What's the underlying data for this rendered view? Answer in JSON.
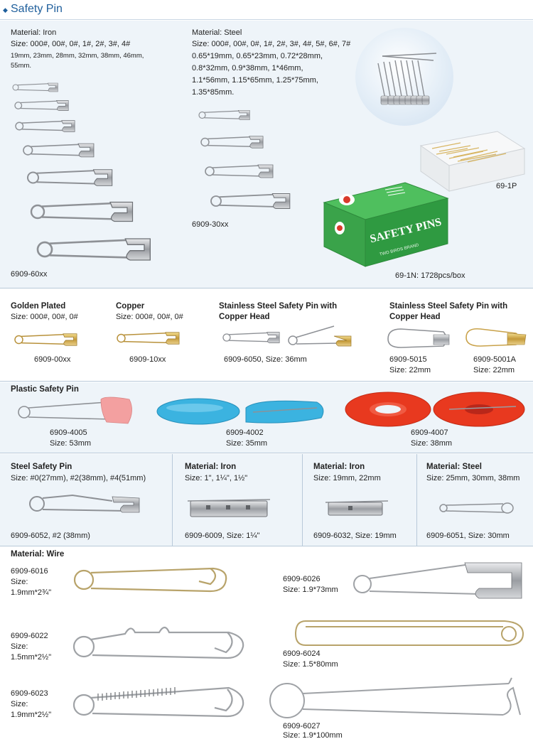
{
  "header": {
    "title": "Safety Pin"
  },
  "s1": {
    "iron_material": "Material: Iron",
    "iron_size": "Size: 000#, 00#, 0#, 1#, 2#, 3#, 4#",
    "iron_mm_1": "19mm, 23mm, 28mm, 32mm, 38mm, 46mm,",
    "iron_mm_2": "55mm.",
    "iron_code": "6909-60xx",
    "steel_material": "Material: Steel",
    "steel_lines": [
      "Size: 000#, 00#, 0#, 1#, 2#, 3#, 4#, 5#, 6#, 7#",
      "0.65*19mm, 0.65*23mm, 0.72*28mm,",
      "0.8*32mm, 0.9*38mm, 1*46mm,",
      "1.1*56mm, 1.15*65mm, 1.25*75mm,",
      "1.35*85mm."
    ],
    "steel_code": "6909-30xx",
    "box_text": "SAFETY PINS",
    "box_brand": "TWO BIRDS BRAND",
    "box_caption": "69-1N: 1728pcs/box",
    "case_caption": "69-1P"
  },
  "s2": {
    "gold_title": "Golden Plated",
    "gold_size": "Size: 000#, 00#, 0#",
    "gold_code": "6909-00xx",
    "copper_title": "Copper",
    "copper_size": "Size: 000#, 00#, 0#",
    "copper_code": "6909-10xx",
    "ss1_title_1": "Stainless Steel Safety Pin with",
    "ss1_title_2": "Copper Head",
    "ss1_code": "6909-6050, Size: 36mm",
    "ss2_title_1": "Stainless Steel Safety Pin with",
    "ss2_title_2": "Copper Head",
    "ss2_code_a": "6909-5015",
    "ss2_size_a": "Size: 22mm",
    "ss2_code_b": "6909-5001A",
    "ss2_size_b": "Size: 22mm"
  },
  "s3": {
    "title": "Plastic Safety Pin",
    "p1_code": "6909-4005",
    "p1_size": "Size: 53mm",
    "p2_code": "6909-4002",
    "p2_size": "Size: 35mm",
    "p3_code": "6909-4007",
    "p3_size": "Size: 38mm"
  },
  "s4": {
    "c1_title": "Steel Safety Pin",
    "c1_size": "Size: #0(27mm), #2(38mm), #4(51mm)",
    "c1_code": "6909-6052, #2 (38mm)",
    "c2_title": "Material: Iron",
    "c2_size": "Size: 1\", 1¼\", 1½\"",
    "c2_code": "6909-6009, Size: 1¼\"",
    "c3_title": "Material: Iron",
    "c3_size": "Size: 19mm, 22mm",
    "c3_code": "6909-6032, Size: 19mm",
    "c4_title": "Material: Steel",
    "c4_size": "Size: 25mm, 30mm, 38mm",
    "c4_code": "6909-6051, Size: 30mm"
  },
  "s5": {
    "title": "Material: Wire",
    "w1": [
      "6909-6016",
      "Size:",
      "1.9mm*2¾\""
    ],
    "w2": [
      "6909-6022",
      "Size:",
      "1.5mm*2½\""
    ],
    "w3": [
      "6909-6023",
      "Size:",
      "1.9mm*2½\""
    ],
    "w4": [
      "6909-6026",
      "Size: 1.9*73mm"
    ],
    "w5": [
      "6909-6024",
      "Size: 1.5*80mm"
    ],
    "w6": [
      "6909-6027",
      "Size: 1.9*100mm"
    ]
  },
  "colors": {
    "accent": "#1f5f9c",
    "panel": "#eef4f9",
    "border": "#b8c9d9",
    "silver": "#a9acb0",
    "gold": "#d6b25a",
    "box_green": "#3aa34a",
    "pink": "#f3a0a0",
    "blue": "#3bb3e0",
    "red": "#e8391f"
  },
  "icons": [
    "safety-pin-icon",
    "pin-box-icon",
    "plastic-case-icon",
    "brooch-pin-icon"
  ]
}
